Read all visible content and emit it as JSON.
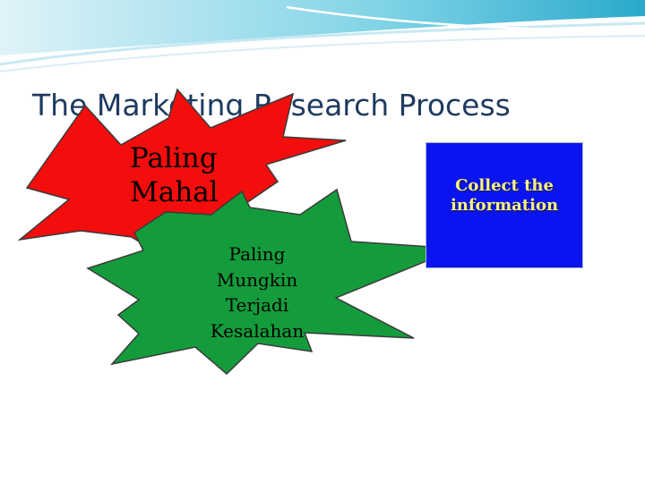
{
  "slide": {
    "title": "The Marketing Research Process"
  },
  "red_star": {
    "line1": "Paling",
    "line2": "Mahal",
    "fill": "#f40d0d"
  },
  "green_star": {
    "line1": "Paling",
    "line2": "Mungkin",
    "line3": "Terjadi",
    "line4": "Kesalahan",
    "fill": "#149c3c"
  },
  "step_box": {
    "label_line1": "Collect the",
    "label_line2": "information",
    "fill": "#0a14f0",
    "text_color": "#f5f08a"
  },
  "theme": {
    "title_color": "#1f3a5f",
    "banner_color": "#2fb4d2"
  }
}
